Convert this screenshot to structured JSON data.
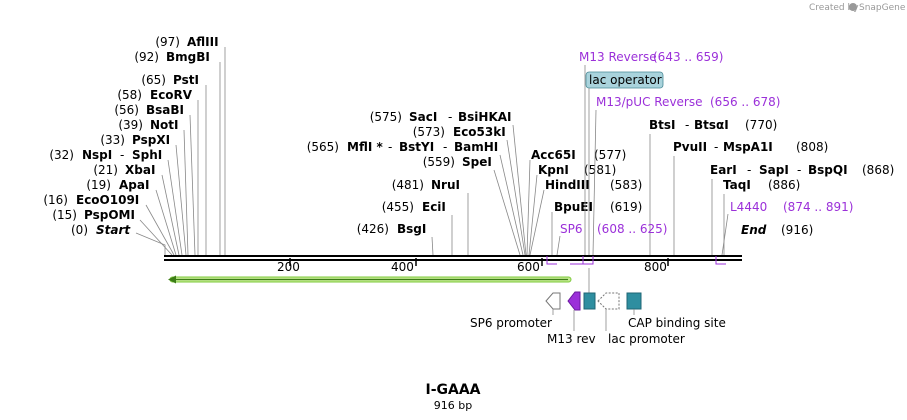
{
  "credit": {
    "text": "Created by",
    "brand": "SnapGene"
  },
  "title": "I-GAAA",
  "length_label": "916 bp",
  "sequence": {
    "length": 916,
    "ticks": [
      200,
      400,
      600,
      800
    ]
  },
  "ends": [
    {
      "pos": "(0)",
      "name": "Start"
    },
    {
      "pos": "(916)",
      "name": "End"
    }
  ],
  "enzymes": [
    {
      "pos": "(97)",
      "name": "AflIII"
    },
    {
      "pos": "(92)",
      "name": "BmgBI"
    },
    {
      "pos": "(65)",
      "name": "PstI"
    },
    {
      "pos": "(58)",
      "name": "EcoRV"
    },
    {
      "pos": "(56)",
      "name": "BsaBI"
    },
    {
      "pos": "(39)",
      "name": "NotI"
    },
    {
      "pos": "(33)",
      "name": "PspXI"
    },
    {
      "pos": "(32)",
      "name": "NspI",
      "name2": "SphI"
    },
    {
      "pos": "(21)",
      "name": "XbaI"
    },
    {
      "pos": "(19)",
      "name": "ApaI"
    },
    {
      "pos": "(16)",
      "name": "EcoO109I"
    },
    {
      "pos": "(15)",
      "name": "PspOMI"
    },
    {
      "pos": "(575)",
      "name": "SacI",
      "name2": "BsiHKAI"
    },
    {
      "pos": "(573)",
      "name": "Eco53kI"
    },
    {
      "pos": "(565)",
      "name": "MflI *",
      "name2": "BstYI",
      "name3": "BamHI"
    },
    {
      "pos": "(559)",
      "name": "SpeI"
    },
    {
      "pos": "(481)",
      "name": "NruI"
    },
    {
      "pos": "(455)",
      "name": "EciI"
    },
    {
      "pos": "(426)",
      "name": "BsgI"
    },
    {
      "pos": "(577)",
      "name": "Acc65I"
    },
    {
      "pos": "(581)",
      "name": "KpnI"
    },
    {
      "pos": "(583)",
      "name": "HindIII"
    },
    {
      "pos": "(619)",
      "name": "BpuEI"
    },
    {
      "pos": "(770)",
      "name": "BtsI",
      "name2": "BtsαI"
    },
    {
      "pos": "(808)",
      "name": "PvuII",
      "name2": "MspA1I"
    },
    {
      "pos": "(868)",
      "name": "EarI",
      "name2": "SapI",
      "name3": "BspQI"
    },
    {
      "pos": "(886)",
      "name": "TaqI"
    }
  ],
  "primers": [
    {
      "name": "M13 Reverse",
      "range": "(643 .. 659)"
    },
    {
      "name": "M13/pUC Reverse",
      "range": "(656 .. 678)"
    },
    {
      "name": "SP6",
      "range": "(608 .. 625)"
    },
    {
      "name": "L4440",
      "range": "(874 .. 891)"
    }
  ],
  "badge": "lac operator",
  "features": [
    {
      "label": "SP6 promoter"
    },
    {
      "label": "M13 rev"
    },
    {
      "label": "lac promoter"
    },
    {
      "label": "CAP binding site"
    }
  ],
  "colors": {
    "primer": "#9b30d9",
    "orf": "#7cc93a",
    "feature_teal": "#2e8ea0",
    "badge_bg": "#a9d3dc"
  }
}
